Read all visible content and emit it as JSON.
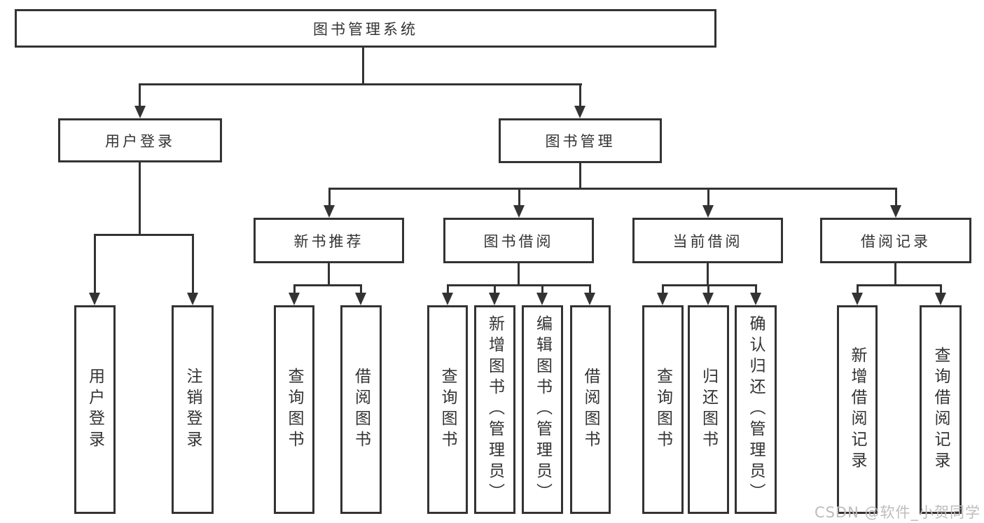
{
  "colors": {
    "line": "#333333",
    "text": "#333333",
    "background": "#ffffff",
    "watermark": "#bdbdbd"
  },
  "watermark": {
    "text": "CSDN @软件_小贺同学"
  },
  "nodes": {
    "root": {
      "label": "图书管理系统"
    },
    "level2": [
      {
        "label": "用户登录",
        "parent": "图书管理系统"
      },
      {
        "label": "图书管理",
        "parent": "图书管理系统"
      }
    ],
    "level3": [
      {
        "label": "新书推荐",
        "parent": "图书管理"
      },
      {
        "label": "图书借阅",
        "parent": "图书管理"
      },
      {
        "label": "当前借阅",
        "parent": "图书管理"
      },
      {
        "label": "借阅记录",
        "parent": "图书管理"
      }
    ],
    "leaves": [
      {
        "label": "用户登录",
        "parent": "用户登录"
      },
      {
        "label": "注销登录",
        "parent": "用户登录"
      },
      {
        "label": "查询图书",
        "parent": "新书推荐"
      },
      {
        "label": "借阅图书",
        "parent": "新书推荐"
      },
      {
        "label": "查询图书",
        "parent": "图书借阅"
      },
      {
        "label": "新增图书（管理员）",
        "parent": "图书借阅"
      },
      {
        "label": "编辑图书（管理员）",
        "parent": "图书借阅"
      },
      {
        "label": "借阅图书",
        "parent": "图书借阅"
      },
      {
        "label": "查询图书",
        "parent": "当前借阅"
      },
      {
        "label": "归还图书",
        "parent": "当前借阅"
      },
      {
        "label": "确认归还（管理员）",
        "parent": "当前借阅"
      },
      {
        "label": "新增借阅记录",
        "parent": "借阅记录"
      },
      {
        "label": "查询借阅记录",
        "parent": "借阅记录"
      }
    ]
  }
}
